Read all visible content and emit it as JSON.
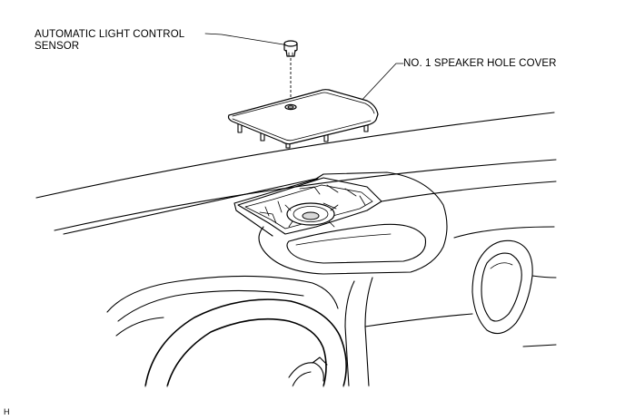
{
  "callouts": {
    "sensor_line1": "AUTOMATIC LIGHT CONTROL",
    "sensor_line2": "SENSOR",
    "cover": "NO. 1 SPEAKER HOLE COVER"
  },
  "figure_code": "H"
}
